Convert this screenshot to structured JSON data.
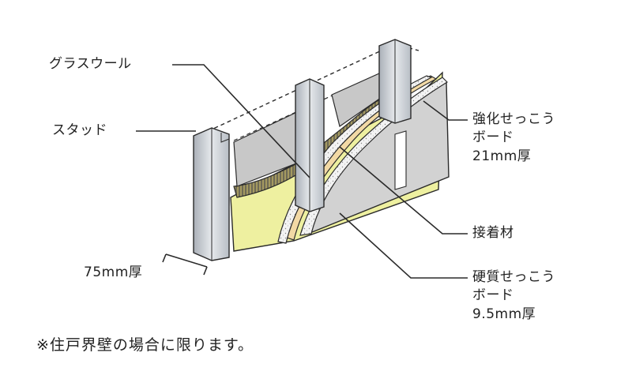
{
  "labels": {
    "glass_wool": "グラスウール",
    "stud": "スタッド",
    "stud_depth": "75mm厚",
    "reinforced_board_line1": "強化せっこう",
    "reinforced_board_line2": "ボード",
    "reinforced_board_line3": "21mm厚",
    "adhesive": "接着材",
    "hard_board_line1": "硬質せっこう",
    "hard_board_line2": "ボード",
    "hard_board_line3": "9.5mm厚"
  },
  "note": "※住戸界壁の場合に限ります。",
  "colors": {
    "glass_wool": "#eef0a0",
    "insulation_dark": "#6e6a55",
    "gypsum_board": "#d2d2d2",
    "board_edge_speckle": "#f2f2f2",
    "adhesive": "#f2d9a5",
    "stud_metal": "#cfd3d8",
    "line": "#2a2a2a"
  }
}
